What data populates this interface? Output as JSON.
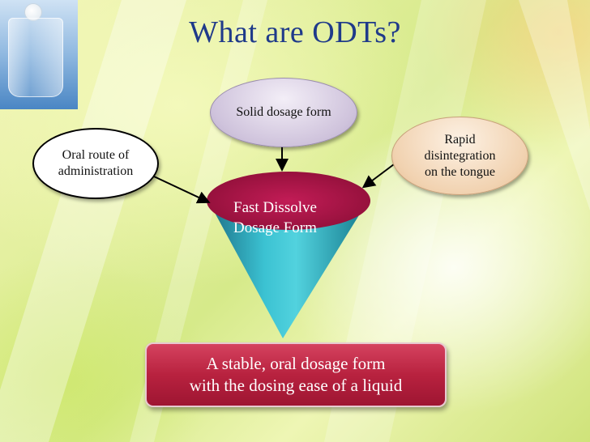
{
  "title": "What are ODTs?",
  "nodes": {
    "solid": {
      "label": "Solid dosage form"
    },
    "oral": {
      "line1": "Oral route of",
      "line2": "administration"
    },
    "rapid": {
      "line1": "Rapid",
      "line2": "disintegration",
      "line3": "on the tongue"
    },
    "cone": {
      "line1": "Fast Dissolve",
      "line2": "Dosage Form"
    },
    "result": {
      "line1": "A stable, oral dosage form",
      "line2": "with the dosing ease of a liquid"
    }
  },
  "colors": {
    "title": "#1f3a8a",
    "cone_rim": "#b0174a",
    "cone_body": "#2aa8b8",
    "result_box": "#b8223f"
  },
  "icons": {
    "corner_image": "glass-with-effervescent-tablet"
  }
}
